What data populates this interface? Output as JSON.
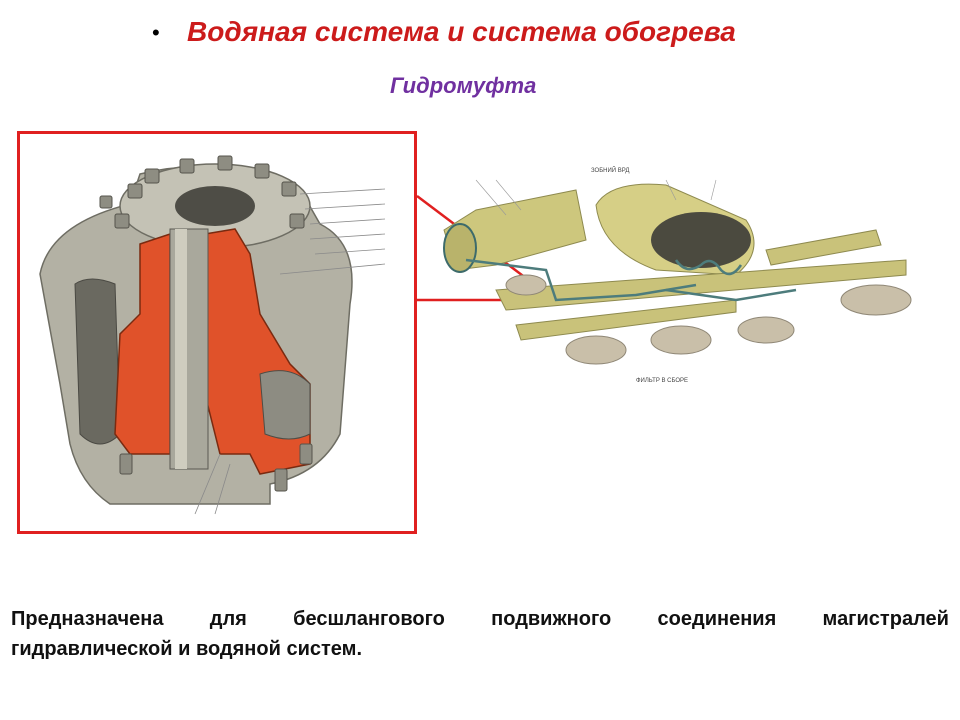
{
  "header": {
    "bullet": "•",
    "title": "Водяная система и система обогрева",
    "subtitle": "Гидромуфта"
  },
  "overview": {
    "top_caption": "ЗОБНИЙ ВРД",
    "bottom_caption": "ФИЛЬТР В СБОРЕ"
  },
  "description": {
    "line1_words": [
      "Предназначена",
      "для",
      "бесшлангового",
      "подвижного",
      "соединения",
      "магистралей"
    ],
    "line2": "гидравлической и водяной систем."
  },
  "colors": {
    "title": "#cc1b1b",
    "subtitle": "#7030a0",
    "frame_border": "#e02020",
    "cutaway_orange": "#e0522a",
    "metal_grey": "#a8a79c",
    "olive": "#c9c27a"
  }
}
